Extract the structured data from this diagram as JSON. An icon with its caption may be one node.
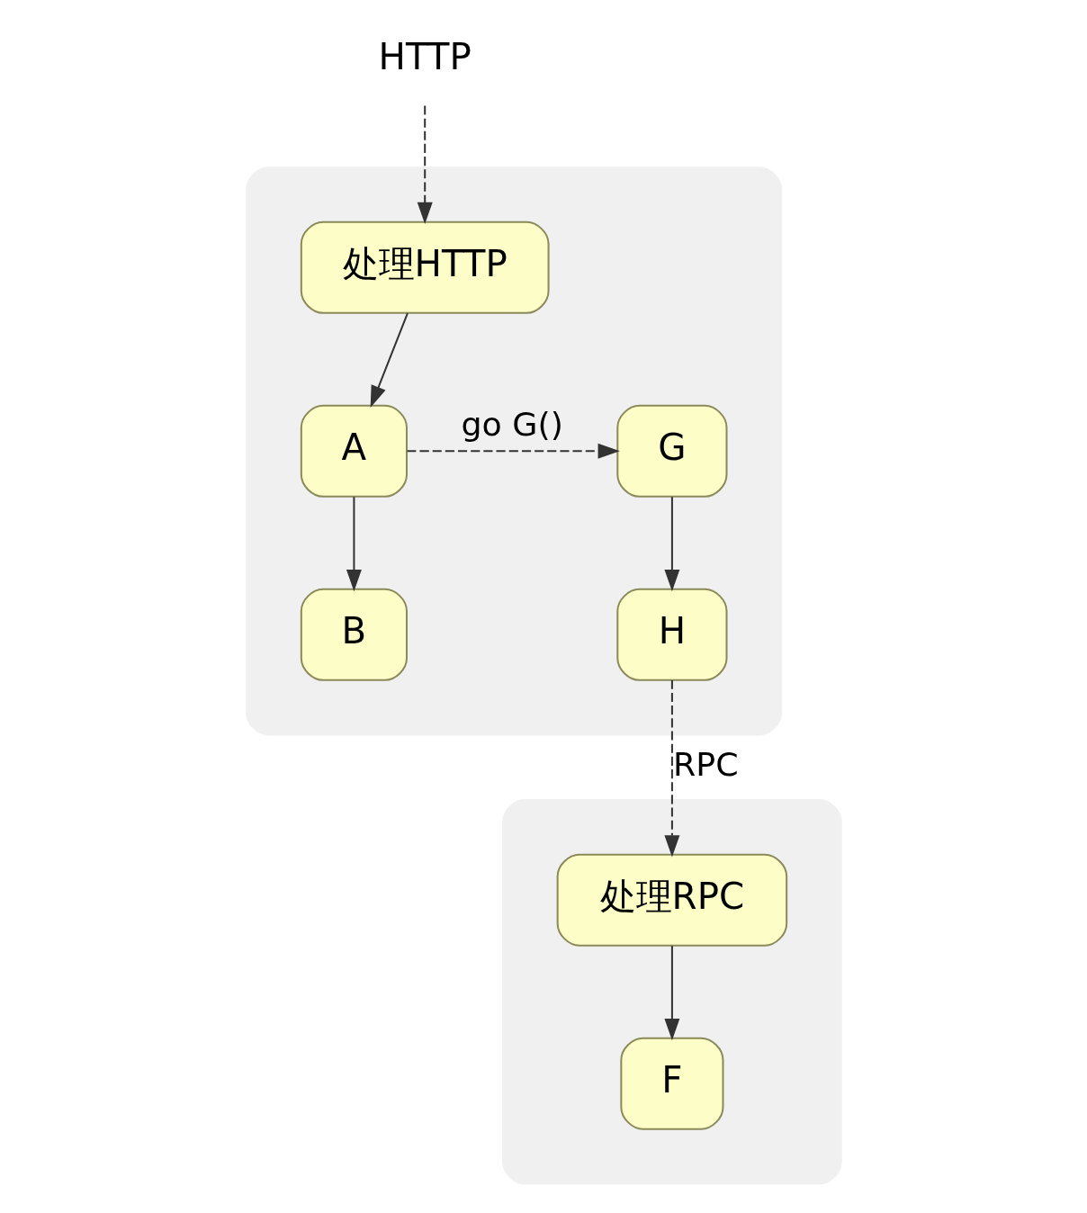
{
  "diagram": {
    "nodes": [
      {
        "text": [
          "HTTP"
        ]
      },
      {
        "text": [],
        "shape": "box"
      },
      {
        "text": [
          "处理HTTP"
        ],
        "in": 1
      },
      {
        "text": [
          "A"
        ],
        "in": 1
      },
      {
        "text": [
          "G"
        ],
        "in": 1
      },
      {
        "text": [
          "B"
        ],
        "in": 1
      },
      {
        "text": [
          "H"
        ],
        "in": 1
      },
      {
        "text": [],
        "shape": "box"
      },
      {
        "text": [
          "处理RPC"
        ],
        "in": 7
      },
      {
        "text": [
          "F"
        ],
        "in": 7
      }
    ],
    "edges": [
      {
        "from": 0,
        "to": 2,
        "arrow": "to",
        "style": "dashed"
      },
      {
        "from": 2,
        "to": 3,
        "arrow": "to"
      },
      {
        "from": 3,
        "to": 4,
        "arrow": "to",
        "style": "dashed",
        "label": "go G()"
      },
      {
        "from": 3,
        "to": 5,
        "arrow": "to"
      },
      {
        "from": 4,
        "to": 6,
        "arrow": "to"
      },
      {
        "from": 6,
        "to": 8,
        "arrow": "to",
        "style": "dashed",
        "label": "RPC"
      },
      {
        "from": 8,
        "to": 9,
        "arrow": "to"
      }
    ]
  }
}
